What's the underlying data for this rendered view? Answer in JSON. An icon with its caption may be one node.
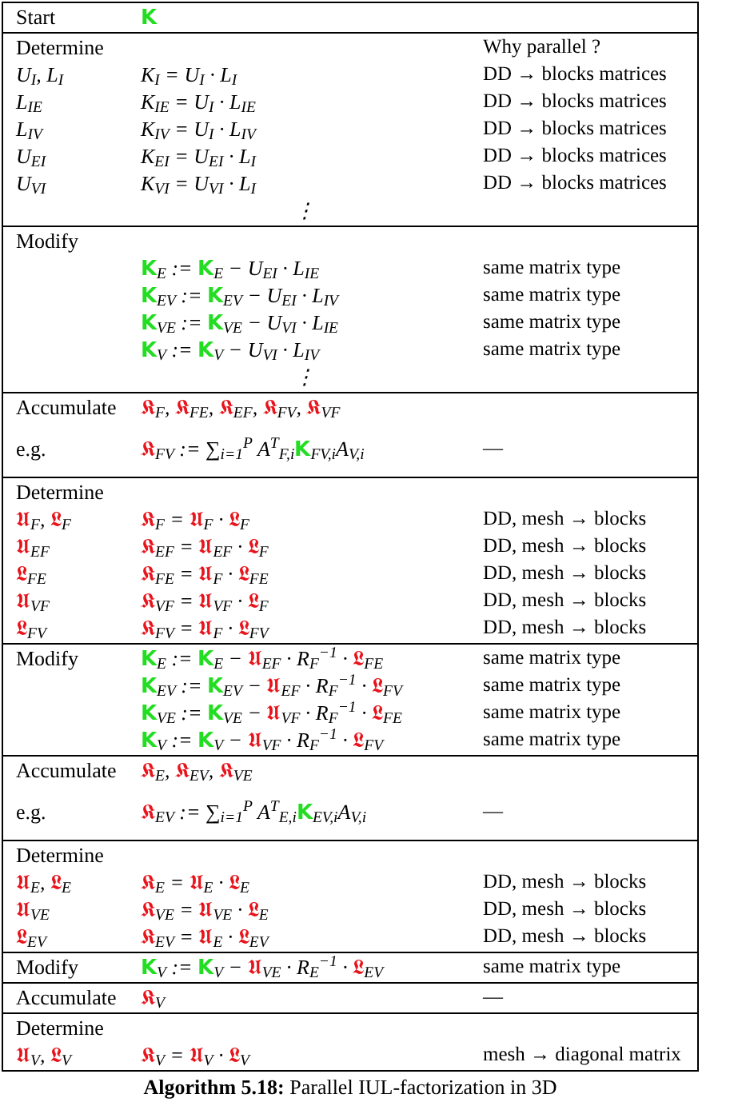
{
  "diagram": {
    "caption": "**Algorithm 5.18:** Parallel IUL-factorization in 3D",
    "labels": [
      "Start",
      "𝗞",
      "Determine",
      "Why parallel ?",
      "U$_{I}$, L$_{I}$",
      "K$_{I}$ = U$_{I}$ · L$_{I}$",
      "DD → blocks matrices",
      "L$_{IE}$",
      "K$_{IE}$ = U$_{I}$ · L$_{IE}$",
      "DD → blocks matrices",
      "L$_{IV}$",
      "K$_{IV}$ = U$_{I}$ · L$_{IV}$",
      "DD → blocks matrices",
      "U$_{EI}$",
      "K$_{EI}$ = U$_{EI}$ · L$_{I}$",
      "DD → blocks matrices",
      "U$_{VI}$",
      "K$_{VI}$ = U$_{VI}$ · L$_{I}$",
      "DD → blocks matrices",
      "⋮",
      "Modify",
      "𝗞$_{E}$ := 𝗞$_{E}$ − U$_{EI}$ · L$_{IE}$",
      "same matrix type",
      "𝗞$_{EV}$ := 𝗞$_{EV}$ − U$_{EI}$ · L$_{IV}$",
      "same matrix type",
      "𝗞$_{VE}$ := 𝗞$_{VE}$ − U$_{VI}$ · L$_{IE}$",
      "same matrix type",
      "𝗞$_{V}$ := 𝗞$_{V}$ − U$_{VI}$ · L$_{IV}$",
      "same matrix type",
      "⋮",
      "Accumulate",
      "𝕶$_{F}$, 𝕶$_{FE}$, 𝕶$_{EF}$, 𝕶$_{FV}$, 𝕶$_{VF}$",
      "e.g.",
      "𝕶$_{FV}$ := ∑$_{i=1}$$^{P}$ A$^{T}$$_{F,i}$𝗞$_{FV,i}$A$_{V,i}$",
      "—",
      "Determine",
      "𝖀$_{F}$, 𝕷$_{F}$",
      "𝕶$_{F}$ = 𝖀$_{F}$ · 𝕷$_{F}$",
      "DD, mesh → blocks",
      "𝖀$_{EF}$",
      "𝕶$_{EF}$ = 𝖀$_{EF}$ · 𝕷$_{F}$",
      "DD, mesh → blocks",
      "𝕷$_{FE}$",
      "𝕶$_{FE}$ = 𝖀$_{F}$ · 𝕷$_{FE}$",
      "DD, mesh → blocks",
      "𝖀$_{VF}$",
      "𝕶$_{VF}$ = 𝖀$_{VF}$ · 𝕷$_{F}$",
      "DD, mesh → blocks",
      "𝕷$_{FV}$",
      "𝕶$_{FV}$ = 𝖀$_{F}$ · 𝕷$_{FV}$",
      "DD, mesh → blocks",
      "Modify",
      "𝗞$_{E}$ := 𝗞$_{E}$ − 𝖀$_{EF}$ · R$_{F}$$^{−1}$ · 𝕷$_{FE}$",
      "same matrix type",
      "𝗞$_{EV}$ := 𝗞$_{EV}$ − 𝖀$_{EF}$ · R$_{F}$$^{−1}$ · 𝕷$_{FV}$",
      "same matrix type",
      "𝗞$_{VE}$ := 𝗞$_{VE}$ − 𝖀$_{VF}$ · R$_{F}$$^{−1}$ · 𝕷$_{FE}$",
      "same matrix type",
      "𝗞$_{V}$ := 𝗞$_{V}$ − 𝖀$_{VF}$ · R$_{F}$$^{−1}$ · 𝕷$_{FV}$",
      "same matrix type",
      "Accumulate",
      "𝕶$_{E}$, 𝕶$_{EV}$, 𝕶$_{VE}$",
      "e.g.",
      "𝕶$_{EV}$ := ∑$_{i=1}$$^{P}$ A$^{T}$$_{E,i}$𝗞$_{EV,i}$A$_{V,i}$",
      "—",
      "Determine",
      "𝖀$_{E}$, 𝕷$_{E}$",
      "𝕶$_{E}$ = 𝖀$_{E}$ · 𝕷$_{E}$",
      "DD, mesh → blocks",
      "𝖀$_{VE}$",
      "𝕶$_{VE}$ = 𝖀$_{VE}$ · 𝕷$_{E}$",
      "DD, mesh → blocks",
      "𝕷$_{EV}$",
      "𝕶$_{EV}$ = 𝖀$_{E}$ · 𝕷$_{EV}$",
      "DD, mesh → blocks",
      "Modify",
      "𝗞$_{V}$ := 𝗞$_{V}$ − 𝖀$_{VE}$ · R$_{E}$$^{−1}$ · 𝕷$_{EV}$",
      "same matrix type",
      "Accumulate",
      "𝕶$_{V}$",
      "—",
      "Determine",
      "𝖀$_{V}$, 𝕷$_{V}$",
      "𝕶$_{V}$ = 𝖀$_{V}$ · 𝕷$_{V}$",
      "mesh → diagonal matrix"
    ]
  }
}
